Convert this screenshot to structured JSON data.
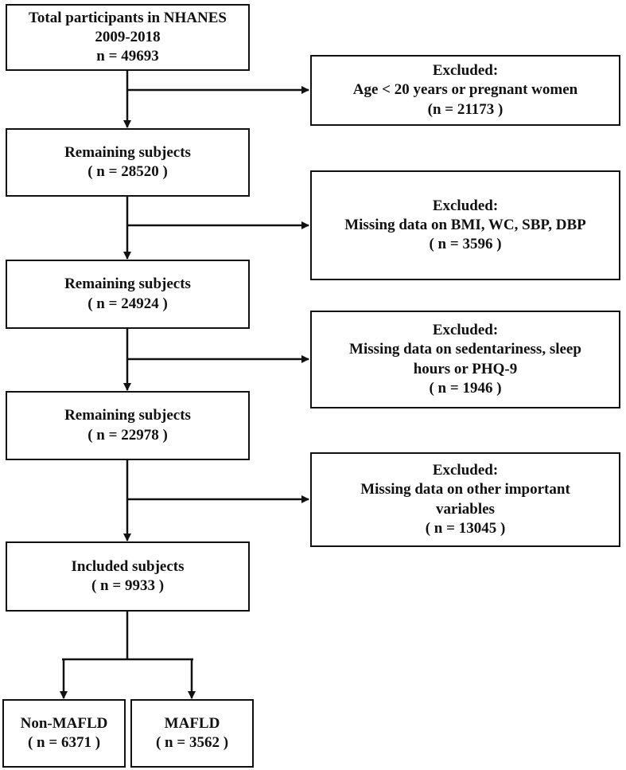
{
  "boxes": {
    "total": [
      "Total participants in NHANES",
      "2009-2018",
      "n = 49693"
    ],
    "excl1": [
      "Excluded:",
      "Age < 20 years or pregnant women",
      "(n = 21173 )"
    ],
    "rem1": [
      "Remaining subjects",
      "( n = 28520 )"
    ],
    "excl2": [
      "Excluded:",
      "Missing data on BMI, WC, SBP, DBP",
      "( n = 3596 )"
    ],
    "rem2": [
      "Remaining subjects",
      "( n = 24924 )"
    ],
    "excl3": [
      "Excluded:",
      "Missing data on sedentariness, sleep",
      "hours or PHQ-9",
      "( n = 1946 )"
    ],
    "rem3": [
      "Remaining subjects",
      "( n = 22978 )"
    ],
    "excl4": [
      "Excluded:",
      "Missing data on other important",
      "variables",
      "( n = 13045 )"
    ],
    "included": [
      "Included subjects",
      "( n = 9933 )"
    ],
    "nonmafld": [
      "Non-MAFLD",
      "( n = 6371 )"
    ],
    "mafld": [
      "MAFLD",
      "( n = 3562 )"
    ]
  },
  "colors": {
    "line": "#111111",
    "box_fill": "#ffffff"
  }
}
